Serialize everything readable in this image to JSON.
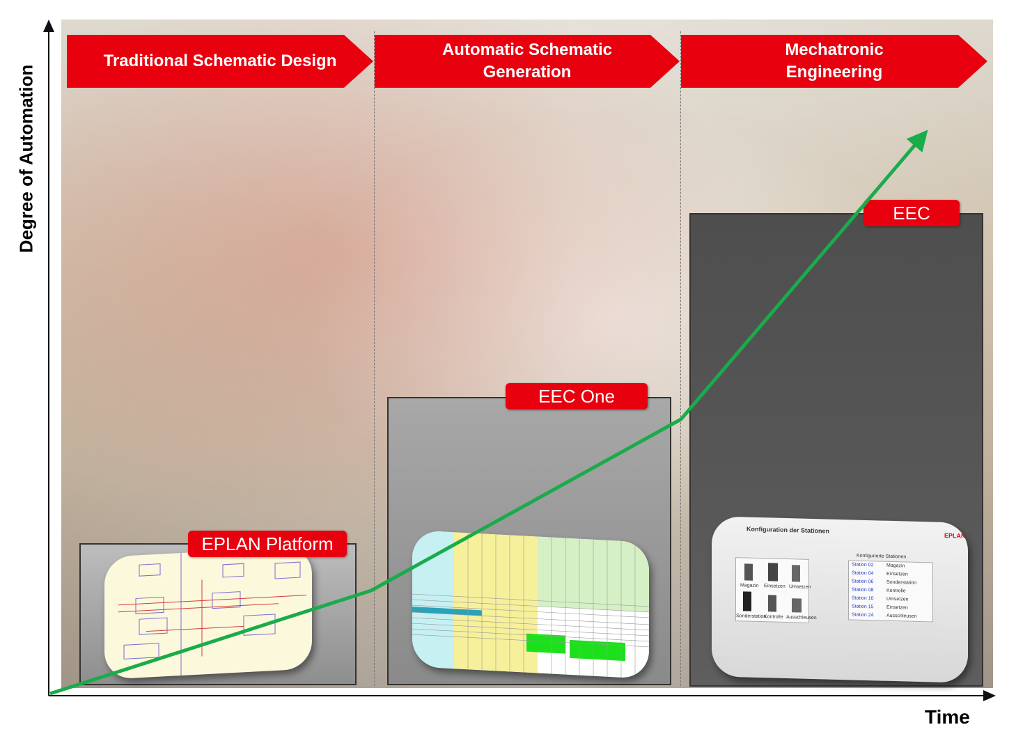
{
  "phases": [
    {
      "label": "Traditional Schematic Design"
    },
    {
      "label": "Automatic Schematic\nGeneration"
    },
    {
      "label": "Mechatronic\nEngineering"
    }
  ],
  "products": [
    {
      "label": "EPLAN Platform"
    },
    {
      "label": "EEC One"
    },
    {
      "label": "EEC"
    }
  ],
  "axes": {
    "y_label": "Degree  of Automation",
    "x_label": "Time"
  },
  "eec_screenshot": {
    "title": "Konfiguration der Stationen",
    "subtitle": "Konfigurierte Stationen",
    "logo": "EPLAN",
    "stations": [
      {
        "id": "Station 02",
        "name": "Magazin"
      },
      {
        "id": "Station 04",
        "name": "Einsetzen"
      },
      {
        "id": "Station 06",
        "name": "Sonderstation"
      },
      {
        "id": "Station 08",
        "name": "Kontrolle"
      },
      {
        "id": "Station 10",
        "name": "Umsetzen"
      },
      {
        "id": "Station 15",
        "name": "Einsetzen"
      },
      {
        "id": "Station 24",
        "name": "Ausschleusen"
      }
    ],
    "tiles": [
      "Magazin",
      "Einsetzen",
      "Umsetzen",
      "Sonderstation",
      "Kontrolle",
      "Ausschleusen"
    ]
  },
  "colors": {
    "banner": "#e8000f",
    "arrow": "#1aab4a",
    "panel_mid": "#9a9a9a",
    "panel_dark": "#5a5a5a"
  }
}
